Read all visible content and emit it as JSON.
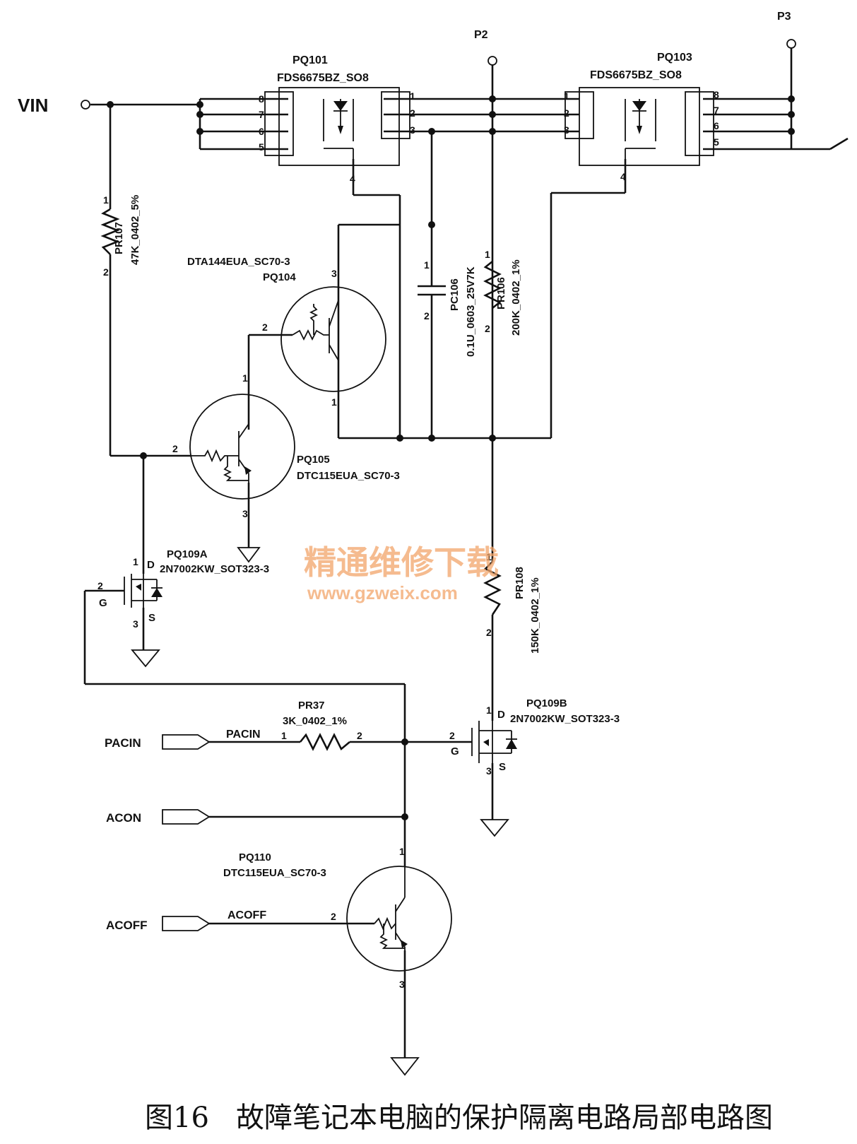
{
  "labels": {
    "vin": "VIN",
    "p2": "P2",
    "p3": "P3",
    "pq101_ref": "PQ101",
    "pq101_part": "FDS6675BZ_SO8",
    "pq103_ref": "PQ103",
    "pq103_part": "FDS6675BZ_SO8",
    "pr107_ref": "PR107",
    "pr107_val": "47K_0402_5%",
    "pq104_part": "DTA144EUA_SC70-3",
    "pq104_ref": "PQ104",
    "pc106_ref": "PC106",
    "pc106_val": "0.1U_0603_25V7K",
    "pr106_ref": "PR106",
    "pr106_val": "200K_0402_1%",
    "pq105_ref": "PQ105",
    "pq105_part": "DTC115EUA_SC70-3",
    "pq109a_ref": "PQ109A",
    "pq109a_part": "2N7002KW_SOT323-3",
    "pr108_ref": "PR108",
    "pr108_val": "150K_0402_1%",
    "pr37_ref": "PR37",
    "pr37_val": "3K_0402_1%",
    "pq109b_ref": "PQ109B",
    "pq109b_part": "2N7002KW_SOT323-3",
    "pacin_port": "PACIN",
    "pacin_net": "PACIN",
    "acon_port": "ACON",
    "pq110_ref": "PQ110",
    "pq110_part": "DTC115EUA_SC70-3",
    "acoff_port": "ACOFF",
    "acoff_net": "ACOFF",
    "D": "D",
    "G": "G",
    "S": "S"
  },
  "watermark": {
    "line1": "精通维修下载",
    "line2": "www.gzweix.com"
  },
  "caption": "图16   故障笔记本电脑的保护隔离电路局部电路图",
  "colors": {
    "ink": "#111111",
    "watermark": "#f2a46a"
  }
}
